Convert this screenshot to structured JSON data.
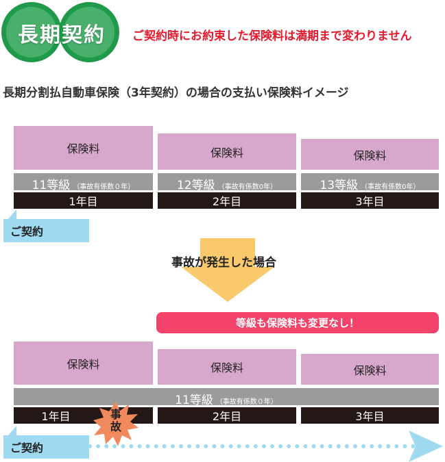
{
  "badge": {
    "text": "長期契約"
  },
  "tagline": "ご契約時にお約束した保険料は満期まで変わりません",
  "subtitle": "長期分割払自動車保険（3年契約）の場合の支払い保険料イメージ",
  "top": {
    "premium_label": "保険料",
    "years": [
      {
        "grade": "11等級",
        "note": "（事故有係数０年）",
        "year": "1年目"
      },
      {
        "grade": "12等級",
        "note": "（事故有係数0年）",
        "year": "2年目"
      },
      {
        "grade": "13等級",
        "note": "（事故有係数0年）",
        "year": "3年目"
      }
    ],
    "contract_label": "ご契約"
  },
  "accident_label": "事故が発生した場合",
  "no_change_banner": "等級も保険料も変更なし！",
  "bottom": {
    "premium_label": "保険料",
    "grade": "11等級",
    "note": "（事故有係数０年）",
    "years": [
      "1年目",
      "2年目",
      "3年目"
    ],
    "accident_mark": "事故",
    "contract_label": "ご契約"
  },
  "colors": {
    "badge_green": "#1f9a4a",
    "accent_red": "#e8192c",
    "premium_pink": "#d8a8cc",
    "grade_gray": "#9b9b9b",
    "year_dark": "#231815",
    "contract_blue": "#9fd9f2",
    "arrow_yellow": "#f9c96b",
    "banner_pink": "#f4436a",
    "burst_orange": "#f08a5d"
  }
}
